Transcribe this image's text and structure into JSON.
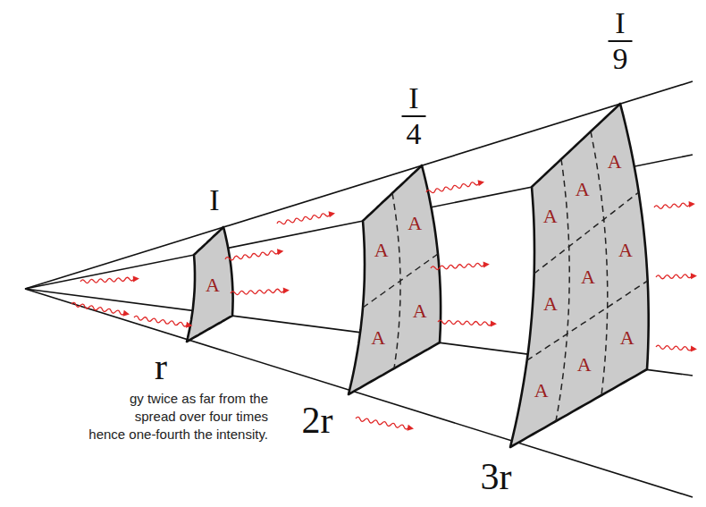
{
  "diagram": {
    "nodes": [
      {
        "text": [
          "I",
          "A"
        ]
      },
      {
        "text": [
          "I",
          "4",
          "A",
          "A",
          "A",
          "A"
        ]
      },
      {
        "text": [
          "I",
          "9",
          "A",
          "A",
          "A",
          "A",
          "A",
          "A",
          "A",
          "A",
          "A"
        ]
      }
    ],
    "labels": [
      "r",
      "2r",
      "3r",
      "gy twice as far from the",
      "spread over four times",
      "hence one-fourth the intensity."
    ]
  }
}
